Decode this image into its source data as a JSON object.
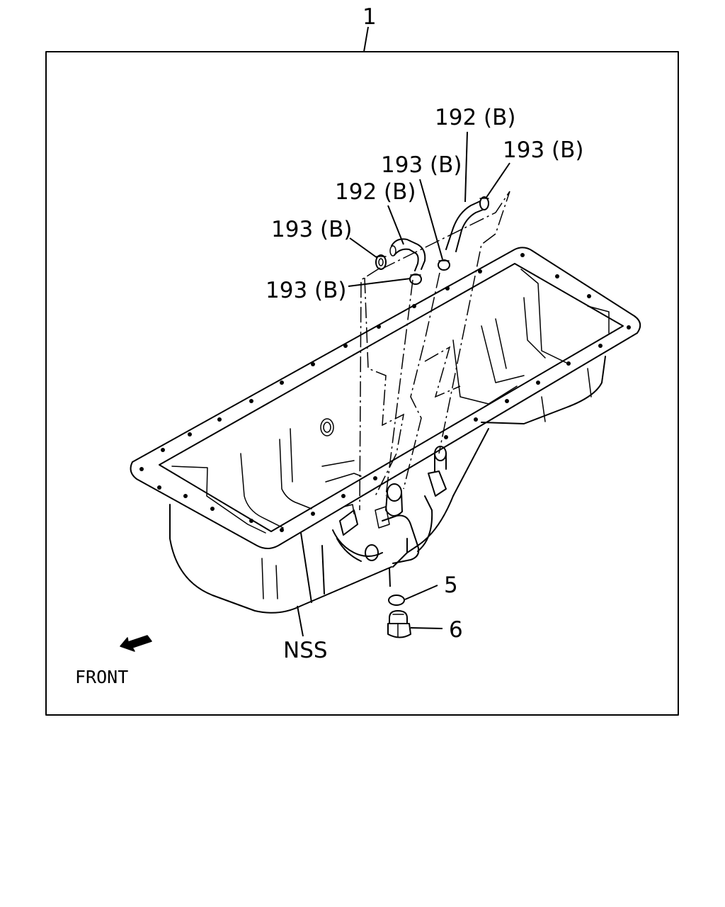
{
  "assembly_number": "1",
  "callouts": {
    "hose_upper": "192 (B)",
    "clamp_upper_right": "193 (B)",
    "clamp_upper_mid": "193 (B)",
    "hose_lower": "192 (B)",
    "clamp_left_upper": "193 (B)",
    "clamp_left_lower": "193 (B)",
    "gasket": "5",
    "drain_plug": "6",
    "oil_pan": "NSS"
  },
  "front_label": "FRONT"
}
